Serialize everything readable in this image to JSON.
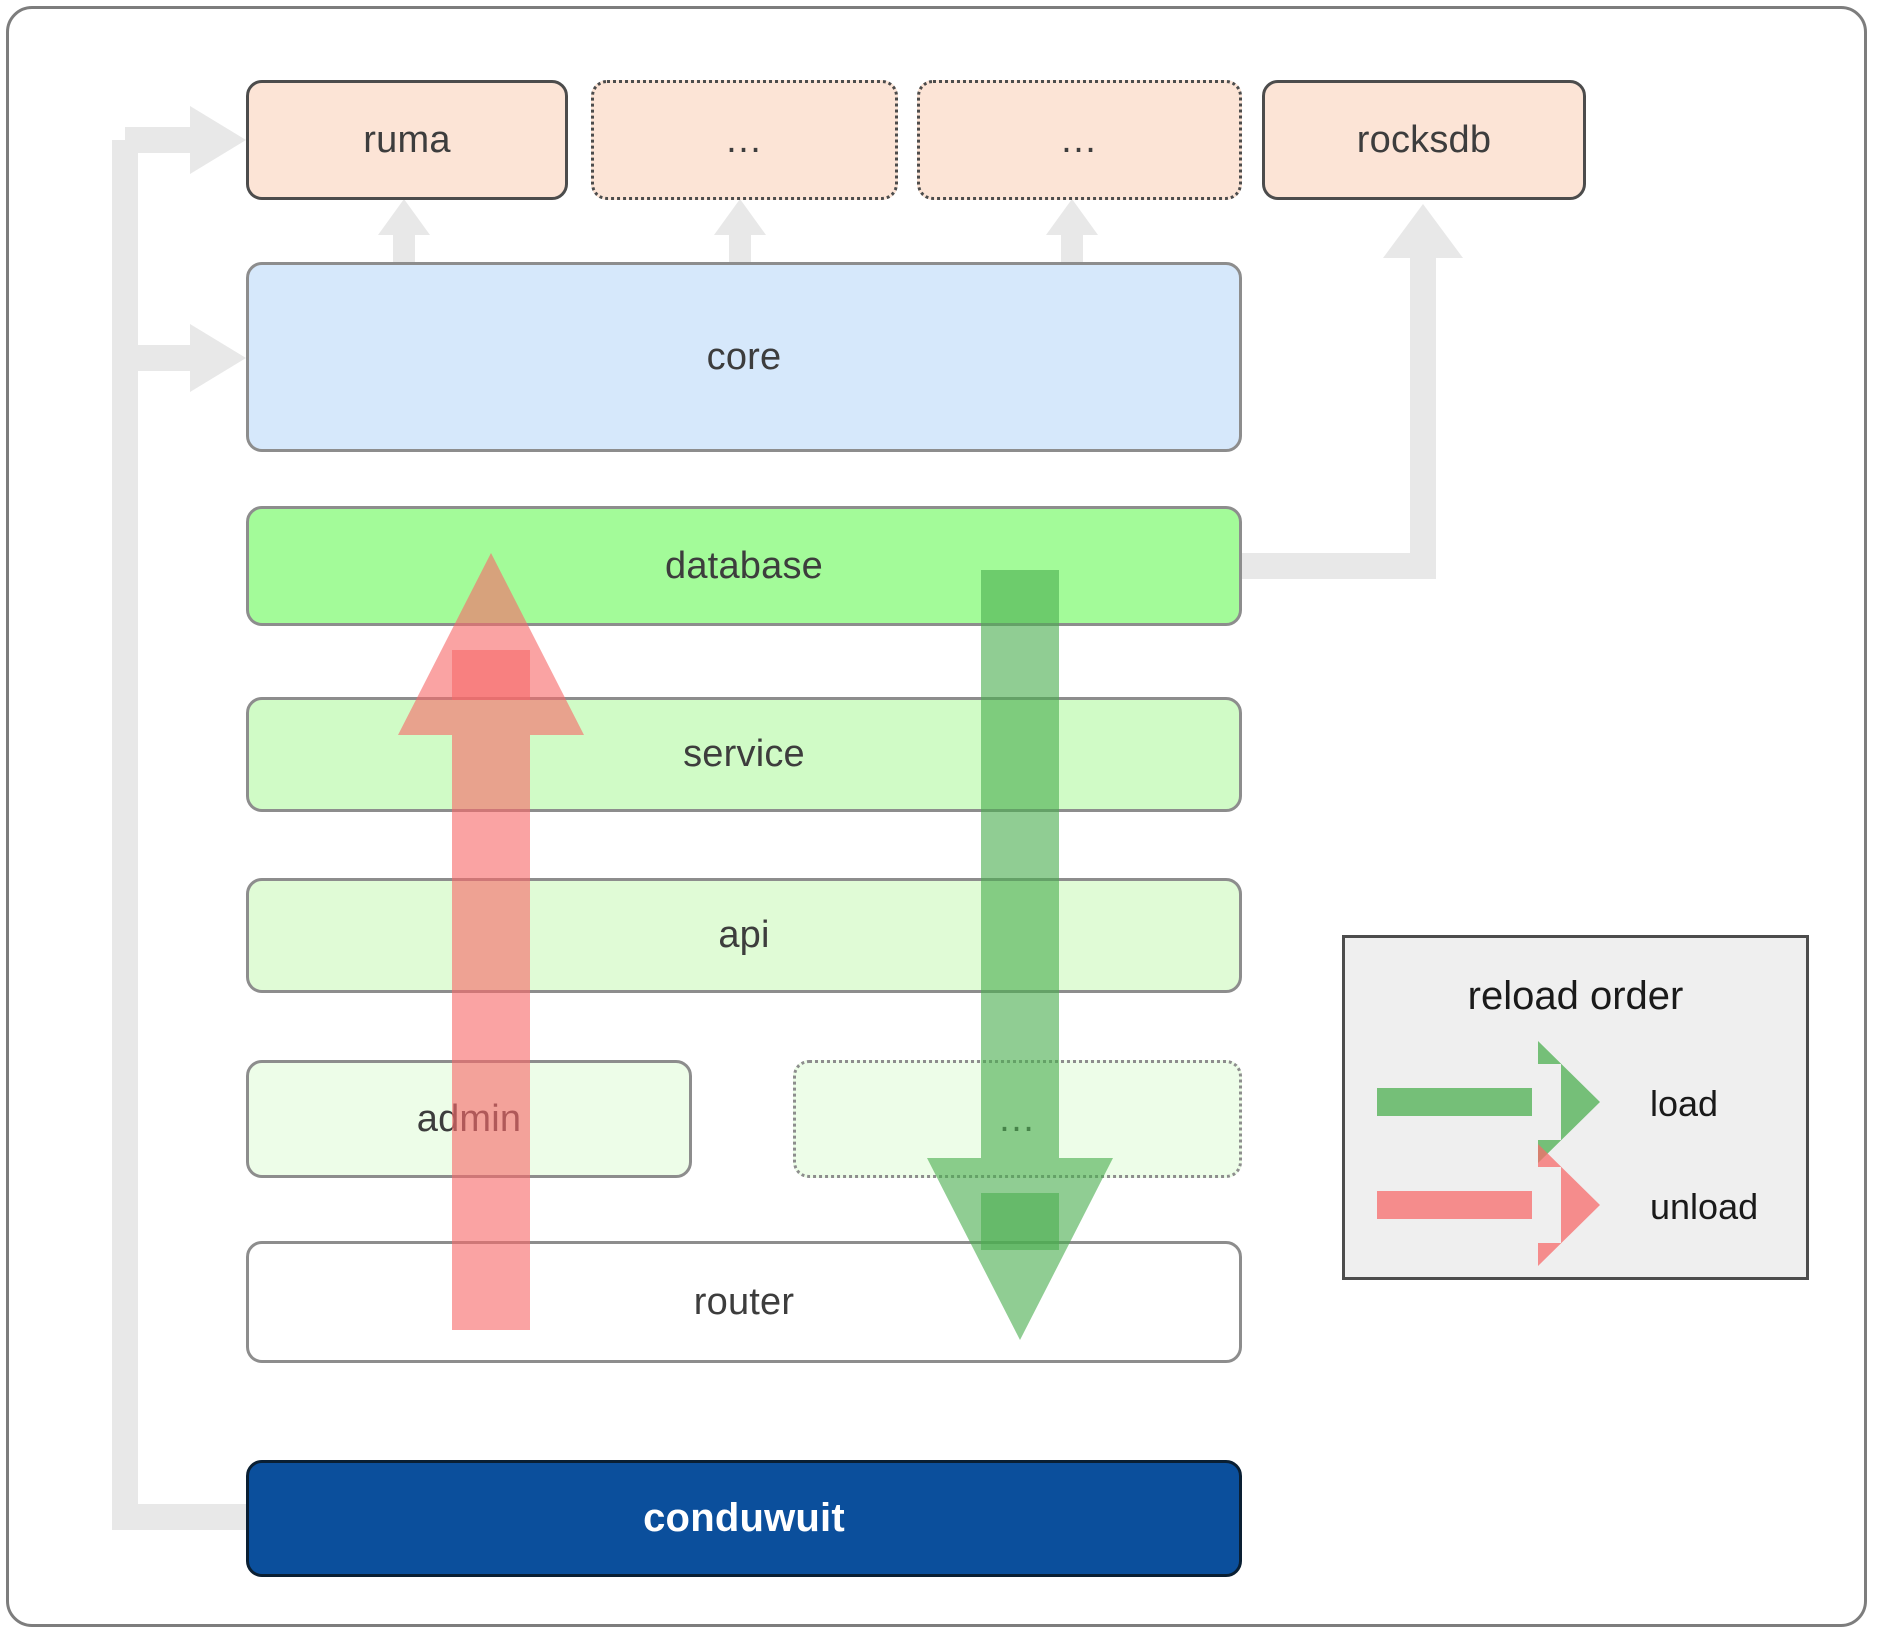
{
  "diagram": {
    "title": "conduwuit crate dependency / reload order diagram",
    "colors": {
      "peach": "#fce4d6",
      "core_blue": "#d6e8fb",
      "database_green": "#a3fb99",
      "service_green": "#d0fbc6",
      "api_green": "#e0fbd6",
      "admin_green": "#edfde8",
      "router_white": "#ffffff",
      "conduwuit_blue": "#0b4f9c",
      "load_arrow": "#4caf50",
      "unload_arrow": "#f76b6b",
      "connector_gray": "#e8e8e8",
      "border_gray": "#8d8d8d",
      "border_dark": "#4c4c4c"
    },
    "top_row": [
      {
        "id": "ruma",
        "label": "ruma",
        "style": "solid"
      },
      {
        "id": "dots1",
        "label": "…",
        "style": "dotted"
      },
      {
        "id": "dots2",
        "label": "…",
        "style": "dotted"
      },
      {
        "id": "rocksdb",
        "label": "rocksdb",
        "style": "solid"
      }
    ],
    "stack": [
      {
        "id": "core",
        "label": "core",
        "style": "solid"
      },
      {
        "id": "database",
        "label": "database",
        "style": "solid"
      },
      {
        "id": "service",
        "label": "service",
        "style": "solid"
      },
      {
        "id": "api",
        "label": "api",
        "style": "solid"
      },
      {
        "id": "admin",
        "label": "admin",
        "style": "solid"
      },
      {
        "id": "moredots",
        "label": "…",
        "style": "dotted"
      },
      {
        "id": "router",
        "label": "router",
        "style": "solid"
      }
    ],
    "root": {
      "id": "conduwuit",
      "label": "conduwuit"
    },
    "legend": {
      "title": "reload order",
      "items": [
        {
          "id": "load",
          "label": "load",
          "color": "#4caf50"
        },
        {
          "id": "unload",
          "label": "unload",
          "color": "#f76b6b"
        }
      ]
    }
  }
}
